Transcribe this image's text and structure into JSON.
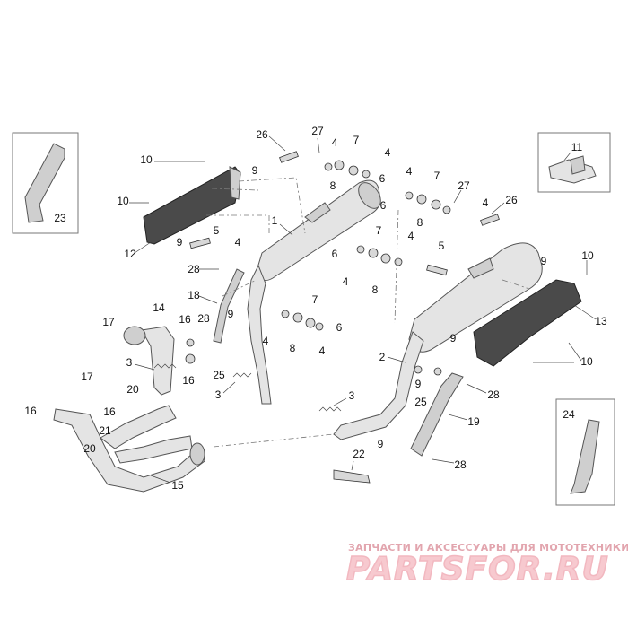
{
  "callouts": [
    {
      "id": "c1",
      "text": "1"
    },
    {
      "id": "c2",
      "text": "2"
    },
    {
      "id": "c3a",
      "text": "3"
    },
    {
      "id": "c3b",
      "text": "3"
    },
    {
      "id": "c3c",
      "text": "3"
    },
    {
      "id": "c4",
      "text": "4"
    },
    {
      "id": "c5",
      "text": "5"
    },
    {
      "id": "c6",
      "text": "6"
    },
    {
      "id": "c7",
      "text": "7"
    },
    {
      "id": "c8",
      "text": "8"
    },
    {
      "id": "c9",
      "text": "9"
    },
    {
      "id": "c10",
      "text": "10"
    },
    {
      "id": "c11",
      "text": "11"
    },
    {
      "id": "c12",
      "text": "12"
    },
    {
      "id": "c13",
      "text": "13"
    },
    {
      "id": "c14",
      "text": "14"
    },
    {
      "id": "c15",
      "text": "15"
    },
    {
      "id": "c16",
      "text": "16"
    },
    {
      "id": "c17",
      "text": "17"
    },
    {
      "id": "c18",
      "text": "18"
    },
    {
      "id": "c19",
      "text": "19"
    },
    {
      "id": "c20",
      "text": "20"
    },
    {
      "id": "c21",
      "text": "21"
    },
    {
      "id": "c22",
      "text": "22"
    },
    {
      "id": "c23",
      "text": "23"
    },
    {
      "id": "c24",
      "text": "24"
    },
    {
      "id": "c25",
      "text": "25"
    },
    {
      "id": "c26",
      "text": "26"
    },
    {
      "id": "c27",
      "text": "27"
    },
    {
      "id": "c28",
      "text": "28"
    }
  ],
  "watermark": {
    "tagline": "ЗАПЧАСТИ И АКСЕССУАРЫ ДЛЯ МОТОТЕХНИКИ",
    "logo": "PARTSFOR.RU",
    "tagline_color": "#e2a5ae",
    "logo_color": "#f7c9cf"
  }
}
